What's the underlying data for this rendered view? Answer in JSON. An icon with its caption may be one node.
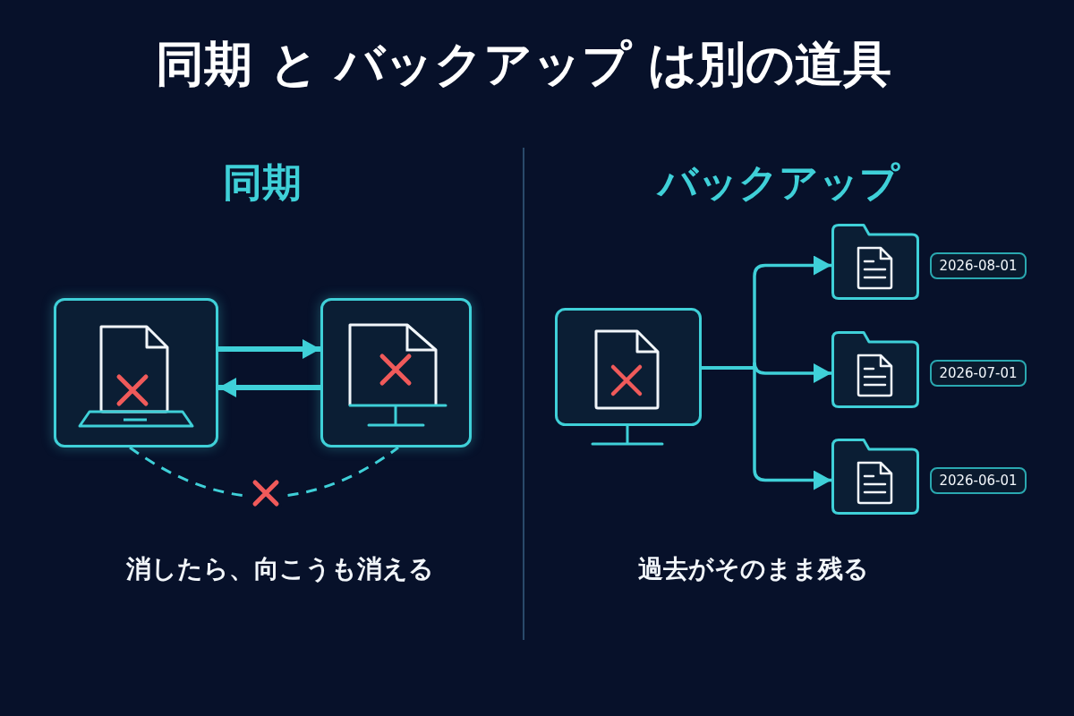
{
  "diagram": {
    "title": "同期 と バックアップ は別の道具",
    "nodes": [
      {
        "text": [],
        "shape": "box"
      },
      {
        "text": [],
        "shape": "box"
      },
      {
        "text": [],
        "shape": "monitor"
      },
      {
        "text": [],
        "shape": "folder",
        "beside": [
          "2026-08-01"
        ]
      },
      {
        "text": [],
        "shape": "folder",
        "beside": [
          "2026-07-01"
        ]
      },
      {
        "text": [],
        "shape": "folder",
        "beside": [
          "2026-06-01"
        ]
      }
    ],
    "edges": [
      {
        "from": 0,
        "to": 1,
        "arrow": "to"
      },
      {
        "from": 1,
        "to": 0,
        "arrow": "to"
      },
      {
        "from": 0,
        "to": 1,
        "arrow": "none",
        "style": "dashed"
      },
      {
        "from": 2,
        "to": 3,
        "arrow": "to"
      },
      {
        "from": 2,
        "to": 4,
        "arrow": "to"
      },
      {
        "from": 2,
        "to": 5,
        "arrow": "to"
      }
    ],
    "labels": [
      "同期",
      "バックアップ",
      "消したら、向こうも消える",
      "過去がそのまま残る"
    ]
  }
}
